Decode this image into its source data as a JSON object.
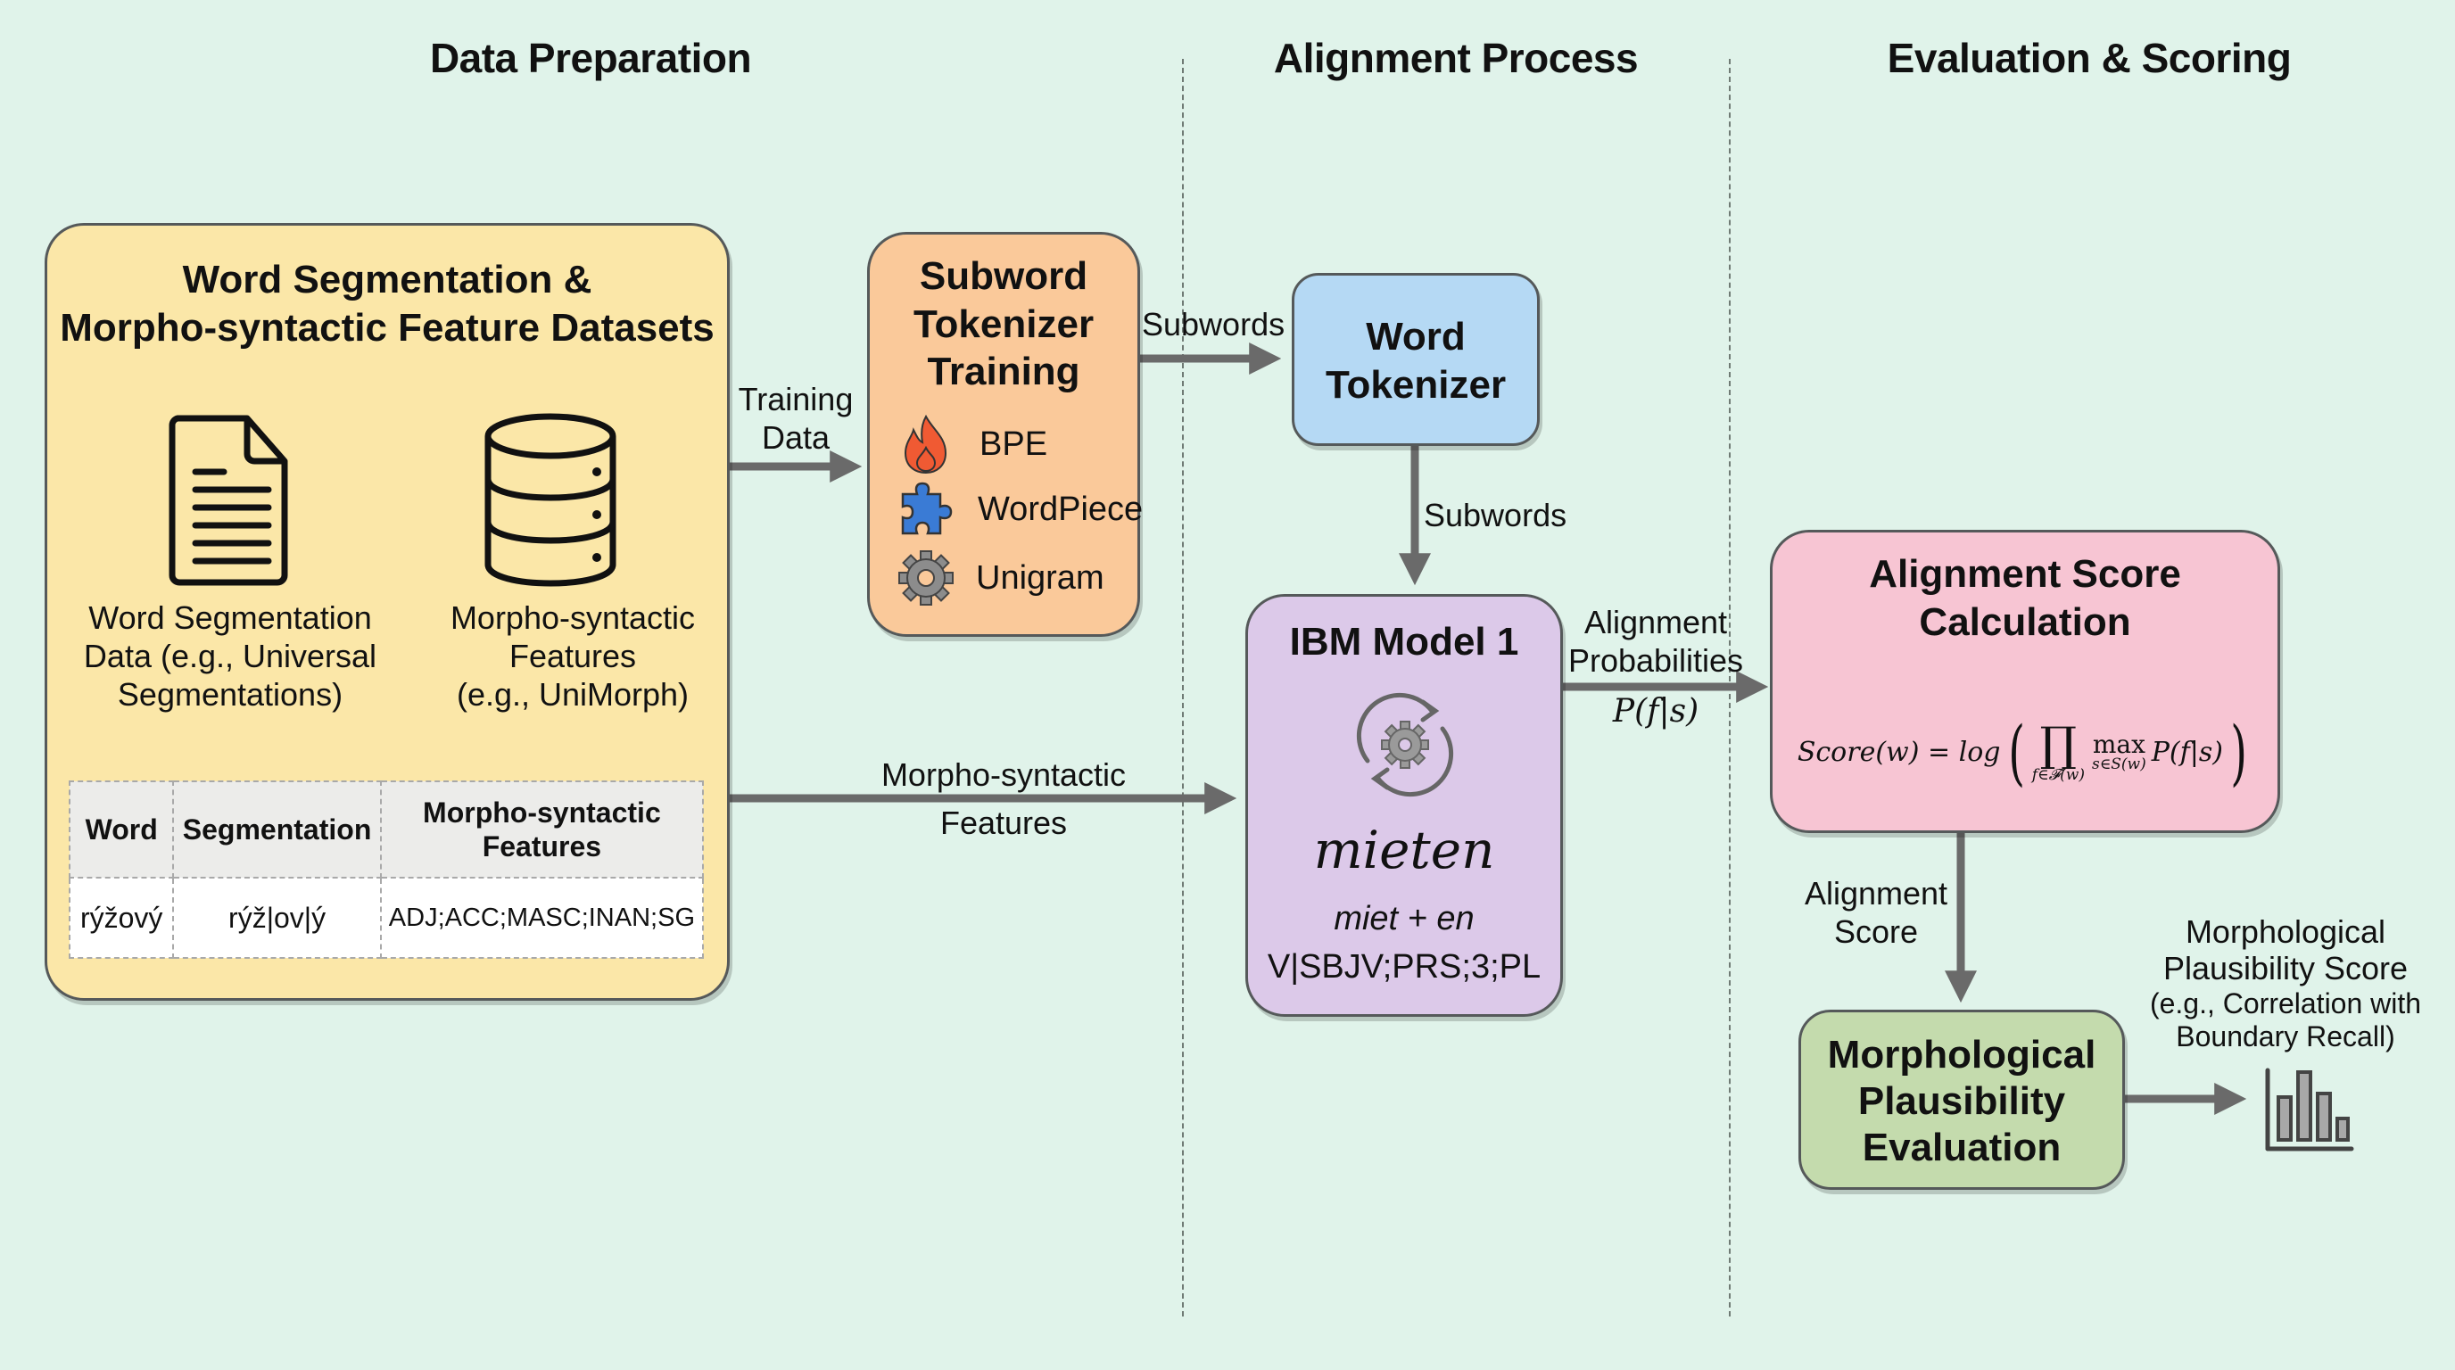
{
  "sections": {
    "data_preparation": "Data Preparation",
    "alignment_process": "Alignment Process",
    "evaluation_scoring": "Evaluation & Scoring"
  },
  "datasets_box": {
    "title_line1": "Word Segmentation &",
    "title_line2": "Morpho-syntactic Feature Datasets",
    "doc_icon": "document-icon",
    "db_icon": "database-icon",
    "seg_caption": [
      "Word Segmentation",
      "Data (e.g., Universal",
      "Segmentations)"
    ],
    "feat_caption": [
      "Morpho-syntactic",
      "Features",
      "(e.g., UniMorph)"
    ],
    "table": {
      "headers": [
        "Word",
        "Segmentation",
        "Morpho-syntactic Features"
      ],
      "rows": [
        [
          "rýžový",
          "rýž|ov|ý",
          "ADJ;ACC;MASC;INAN;SG"
        ]
      ]
    }
  },
  "subword_box": {
    "title": [
      "Subword",
      "Tokenizer",
      "Training"
    ],
    "algorithms": [
      {
        "icon": "fire-icon",
        "label": "BPE"
      },
      {
        "icon": "puzzle-piece-icon",
        "label": "WordPiece"
      },
      {
        "icon": "gear-icon",
        "label": "Unigram"
      }
    ]
  },
  "word_tokenizer_box": {
    "title": [
      "Word",
      "Tokenizer"
    ]
  },
  "ibm_box": {
    "title": "IBM Model 1",
    "icon": "gear-refresh-icon",
    "example_word": "mieten",
    "example_segmentation": "miet + en",
    "example_features": "V|SBJV;PRS;3;PL"
  },
  "score_box": {
    "title": [
      "Alignment Score",
      "Calculation"
    ],
    "formula": {
      "lhs": "Score(w) = log",
      "product": "∏",
      "product_sub": "f∈𝓕(w)",
      "max": "max",
      "max_sub": "s∈S(w)",
      "term": "P(f|s)"
    }
  },
  "eval_box": {
    "title": [
      "Morphological",
      "Plausibility",
      "Evaluation"
    ]
  },
  "output": {
    "caption": [
      "Morphological",
      "Plausibility Score",
      "(e.g., Correlation with",
      "Boundary Recall)"
    ],
    "icon": "bar-chart-icon"
  },
  "edges": {
    "training_data": [
      "Training",
      "Data"
    ],
    "subwords_1": "Subwords",
    "subwords_2": "Subwords",
    "morpho_features": [
      "Morpho-syntactic",
      "Features"
    ],
    "alignment_probabilities": [
      "Alignment",
      "Probabilities"
    ],
    "probability_formula": "P(f|s)",
    "alignment_score": [
      "Alignment",
      "Score"
    ]
  }
}
